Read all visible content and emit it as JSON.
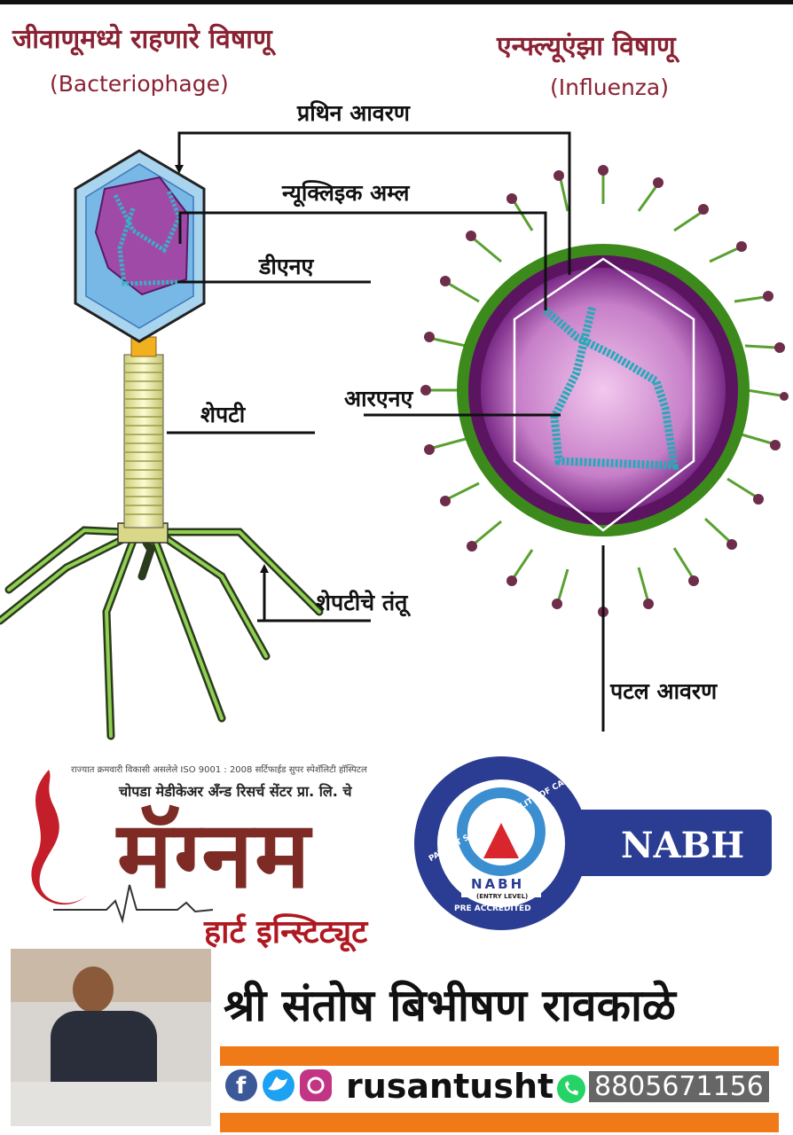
{
  "diagram": {
    "left_title": "जीवाणूमध्ये राहणारे विषाणू",
    "left_subtitle": "(Bacteriophage)",
    "right_title": "एन्फ्ल्यूएंझा विषाणू",
    "right_subtitle": "(Influenza)",
    "labels": {
      "capsid": "प्रथिन आवरण",
      "nucleic_acid": "न्यूक्लिइक अम्ल",
      "dna": "डीएनए",
      "rna": "आरएनए",
      "tail": "शेपटी",
      "tail_fibers": "शेपटीचे तंतू",
      "envelope": "पटल आवरण"
    }
  },
  "banner": {
    "small_line": "राज्यात क्रमवारी विकासी असलेले ISO 9001 : 2008 सर्टिफाईड सुपर स्पेशॅलिटी हॉस्पिटल",
    "company_line": "चोपडा मेडीकेअर अँन्ड रिसर्च सेंटर प्रा. लि. चे",
    "brand": "मॅग्नम",
    "brand_sub": "हार्ट इन्स्टिट्यूट",
    "nabh_badge": "NABH",
    "nabh_ring_top": "PATIENT SAFETY & QUALITY OF CARE",
    "nabh_ring_bottom": "PRE ACCREDITED",
    "nabh_logo_text": "NABH",
    "nabh_entry": "(ENTRY LEVEL)",
    "person_name": "श्री संतोष बिभीषण रावकाळे",
    "social_handle": "rusantusht",
    "phone": "8805671156",
    "icons": [
      "facebook-icon",
      "twitter-icon",
      "instagram-icon",
      "whatsapp-icon"
    ]
  }
}
